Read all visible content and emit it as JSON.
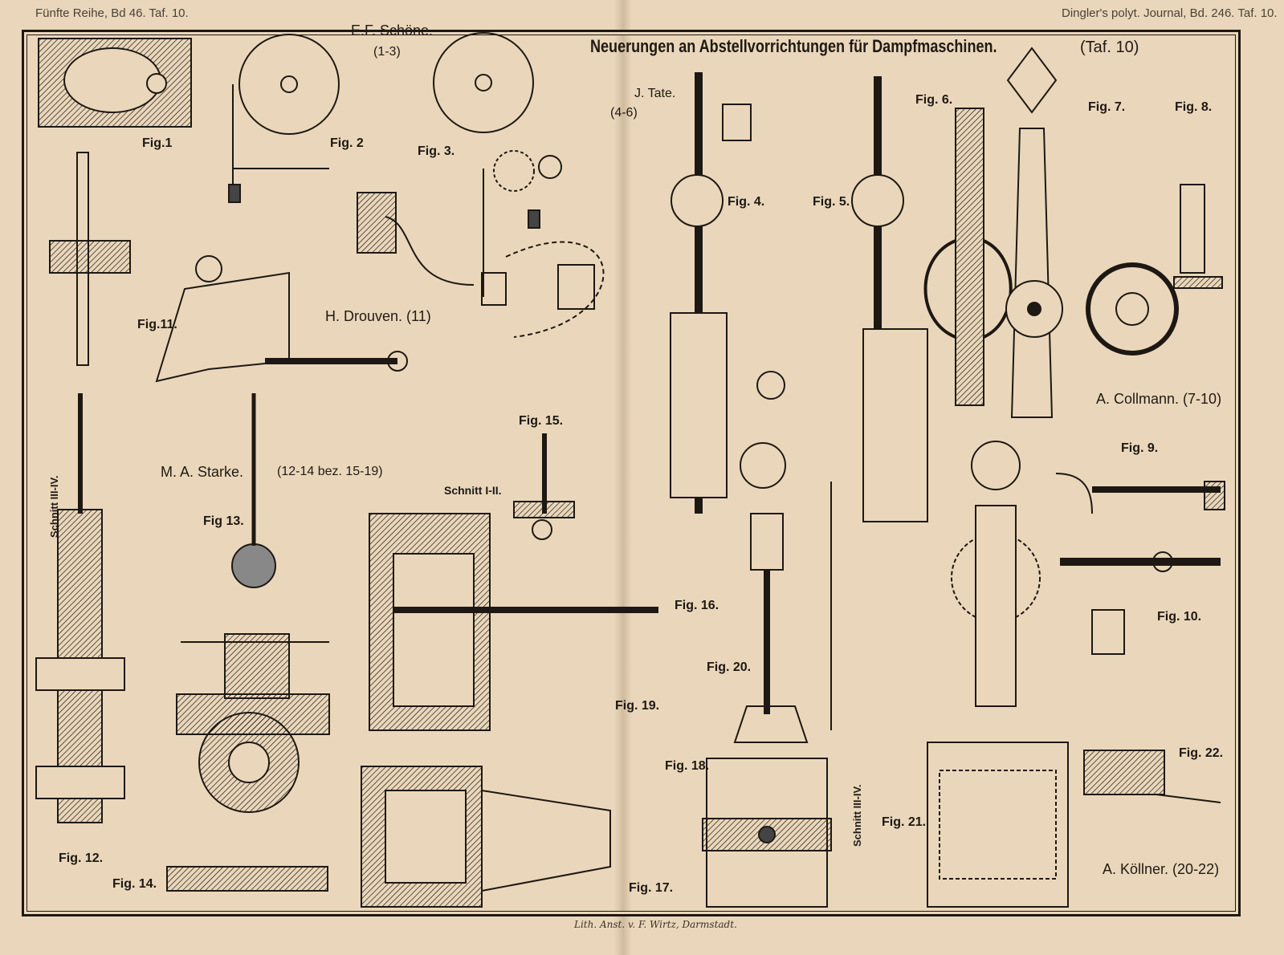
{
  "header": {
    "left": "Fünfte Reihe, Bd 46. Taf. 10.",
    "right": "Dingler's polyt. Journal, Bd. 246. Taf. 10."
  },
  "title": "Neuerungen an Abstellvorrichtungen für Dampfmaschinen.",
  "plate": "(Taf. 10)",
  "authors": {
    "schoene": "E.F. Schöne.",
    "schoene_figs": "(1-3)",
    "tate": "J. Tate.",
    "tate_figs": "(4-6)",
    "drouven": "H. Drouven. (11)",
    "starke": "M. A. Starke.",
    "starke_figs": "(12-14 bez. 15-19)",
    "collmann": "A. Collmann. (7-10)",
    "koellner": "A. Köllner. (20-22)"
  },
  "sections": {
    "schnitt_1_2": "Schnitt I-II.",
    "schnitt_3_4_left": "Schnitt III-IV.",
    "schnitt_3_4_right": "Schnitt III-IV."
  },
  "figures": [
    "Fig.1",
    "Fig. 2",
    "Fig. 3.",
    "Fig. 4.",
    "Fig. 5.",
    "Fig. 6.",
    "Fig. 7.",
    "Fig. 8.",
    "Fig. 9.",
    "Fig. 10.",
    "Fig.11.",
    "Fig. 12.",
    "Fig 13.",
    "Fig. 14.",
    "Fig. 15.",
    "Fig. 16.",
    "Fig. 17.",
    "Fig. 18.",
    "Fig. 19.",
    "Fig. 20.",
    "Fig. 21.",
    "Fig. 22."
  ],
  "footer": "Lith. Anst. v. F. Wirtz, Darmstadt."
}
